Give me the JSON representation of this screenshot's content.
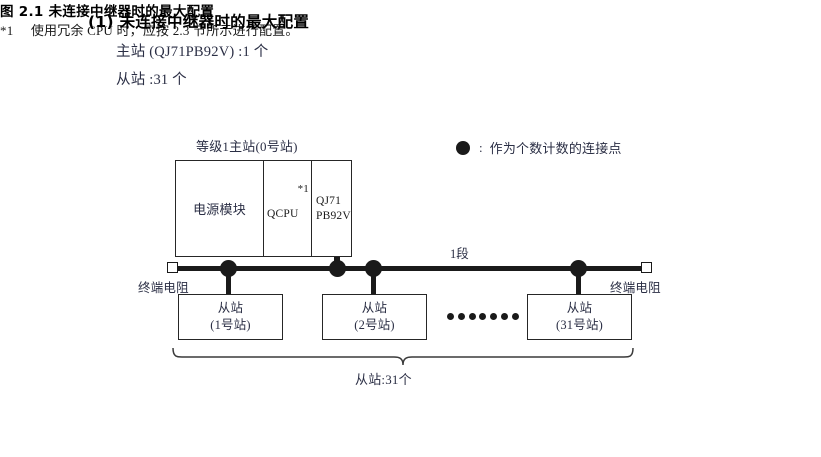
{
  "heading": {
    "number": "(1)",
    "title": "未连接中继器时的最大配置",
    "specs": [
      {
        "label": "主站 (QJ71PB92V) :1 个"
      },
      {
        "label": "从站 :31 个"
      }
    ]
  },
  "diagram": {
    "master": {
      "caption": "等级1主站(0号站)",
      "cells": {
        "power": "电源模块",
        "cpu": "QCPU",
        "cpu_footnote": "*1",
        "module": "QJ71\nPB92V",
        "module_line1": "QJ71",
        "module_line2": "PB92V"
      }
    },
    "bus": {
      "segment_label": "1段",
      "terminator_left": "终端电阻",
      "terminator_right": "终端电阻"
    },
    "slaves": [
      {
        "title": "从站",
        "station": "(1号站)"
      },
      {
        "title": "从站",
        "station": "(2号站)"
      },
      {
        "title": "从站",
        "station": "(31号站)"
      }
    ],
    "ellipsis_dot_count": 7,
    "brace_label": "从站:31个",
    "legend": {
      "symbol": "filled-circle-icon",
      "colon": ":",
      "text": "作为个数计数的连接点"
    }
  },
  "figure_caption": "图 2.1  未连接中继器时的最大配置",
  "footnote": {
    "marker": "*1",
    "text": "使用冗余 CPU 时，应按 2.3 节所示进行配置。"
  },
  "colors": {
    "ink": "#1a1a1a",
    "cjk_ink": "#2b2f45",
    "page": "#ffffff"
  }
}
